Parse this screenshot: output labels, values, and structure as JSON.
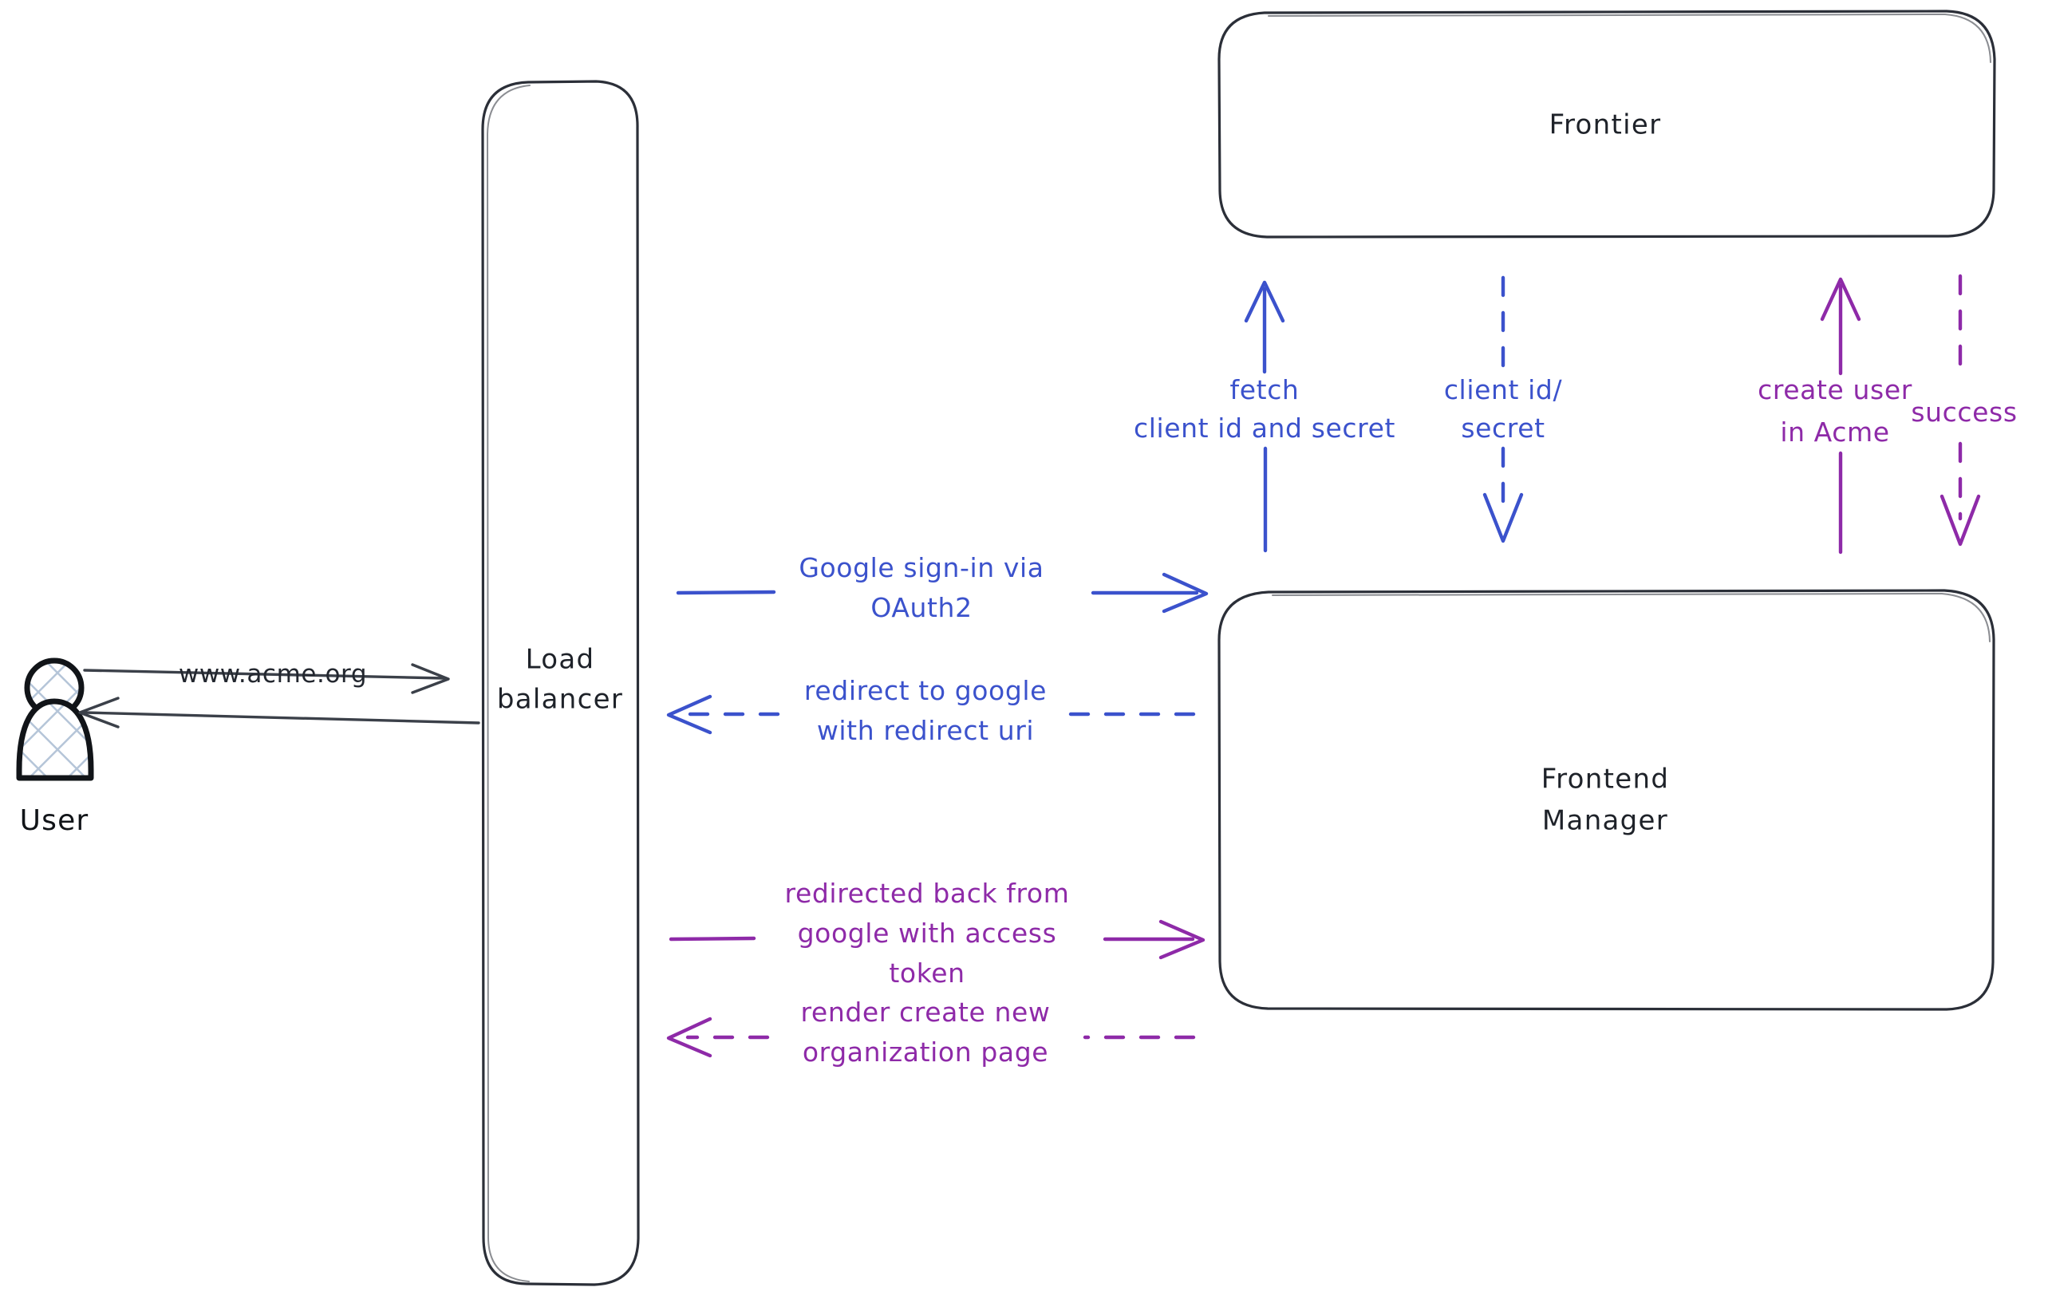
{
  "diagram": {
    "title": "Acme Google OAuth2 sign-in flow",
    "background": "#ffffff",
    "colors": {
      "ink": "#2b2f38",
      "blue": "#3b52cc",
      "purple": "#8e2aa8",
      "actor_stroke": "#111418",
      "hatch": "#aebfd4"
    }
  },
  "actors": [
    {
      "id": "user",
      "name": "user-actor",
      "label": "User"
    }
  ],
  "nodes": [
    {
      "id": "load-balancer",
      "name": "load-balancer-node",
      "label_lines": [
        "Load",
        "balancer"
      ],
      "shape": "rounded-rect"
    },
    {
      "id": "frontier",
      "name": "frontier-node",
      "label_lines": [
        "Frontier"
      ],
      "shape": "rounded-rect"
    },
    {
      "id": "frontend-manager",
      "name": "frontend-manager-node",
      "label_lines": [
        "Frontend",
        "Manager"
      ],
      "shape": "rounded-rect"
    }
  ],
  "edges": [
    {
      "id": "user-to-lb",
      "name": "edge-user-to-load-balancer",
      "label_lines": [
        "www.acme.org"
      ],
      "color": "#3b4049",
      "style": "solid",
      "direction": "right"
    },
    {
      "id": "lb-to-user",
      "name": "edge-load-balancer-to-user",
      "label_lines": [],
      "color": "#3b4049",
      "style": "solid",
      "direction": "left"
    },
    {
      "id": "lb-to-fm-signin",
      "name": "edge-google-signin-oauth2",
      "label_lines": [
        "Google sign-in via",
        "OAuth2"
      ],
      "color": "#3b52cc",
      "style": "solid",
      "direction": "right"
    },
    {
      "id": "fm-to-lb-redirect",
      "name": "edge-redirect-to-google",
      "label_lines": [
        "redirect to google",
        "with redirect uri"
      ],
      "color": "#3b52cc",
      "style": "dashed",
      "direction": "left"
    },
    {
      "id": "lb-to-fm-token",
      "name": "edge-redirected-back-with-token",
      "label_lines": [
        "redirected back from",
        "google with access",
        "token"
      ],
      "color": "#8e2aa8",
      "style": "solid",
      "direction": "right"
    },
    {
      "id": "fm-to-lb-render",
      "name": "edge-render-create-new-organization-page",
      "label_lines": [
        "render create new",
        "organization page"
      ],
      "color": "#8e2aa8",
      "style": "dashed",
      "direction": "left"
    },
    {
      "id": "fm-to-frontier-fetch",
      "name": "edge-fetch-client-id-and-secret",
      "label_lines": [
        "fetch",
        "client id and secret"
      ],
      "color": "#3b52cc",
      "style": "solid",
      "direction": "up"
    },
    {
      "id": "frontier-to-fm-creds",
      "name": "edge-client-id-secret",
      "label_lines": [
        "client id/",
        "secret"
      ],
      "color": "#3b52cc",
      "style": "dashed",
      "direction": "down"
    },
    {
      "id": "fm-to-frontier-create-user",
      "name": "edge-create-user-in-acme",
      "label_lines": [
        "create user",
        "in Acme"
      ],
      "color": "#8e2aa8",
      "style": "solid",
      "direction": "up"
    },
    {
      "id": "frontier-to-fm-success",
      "name": "edge-success",
      "label_lines": [
        "success"
      ],
      "color": "#8e2aa8",
      "style": "dashed",
      "direction": "down"
    }
  ]
}
